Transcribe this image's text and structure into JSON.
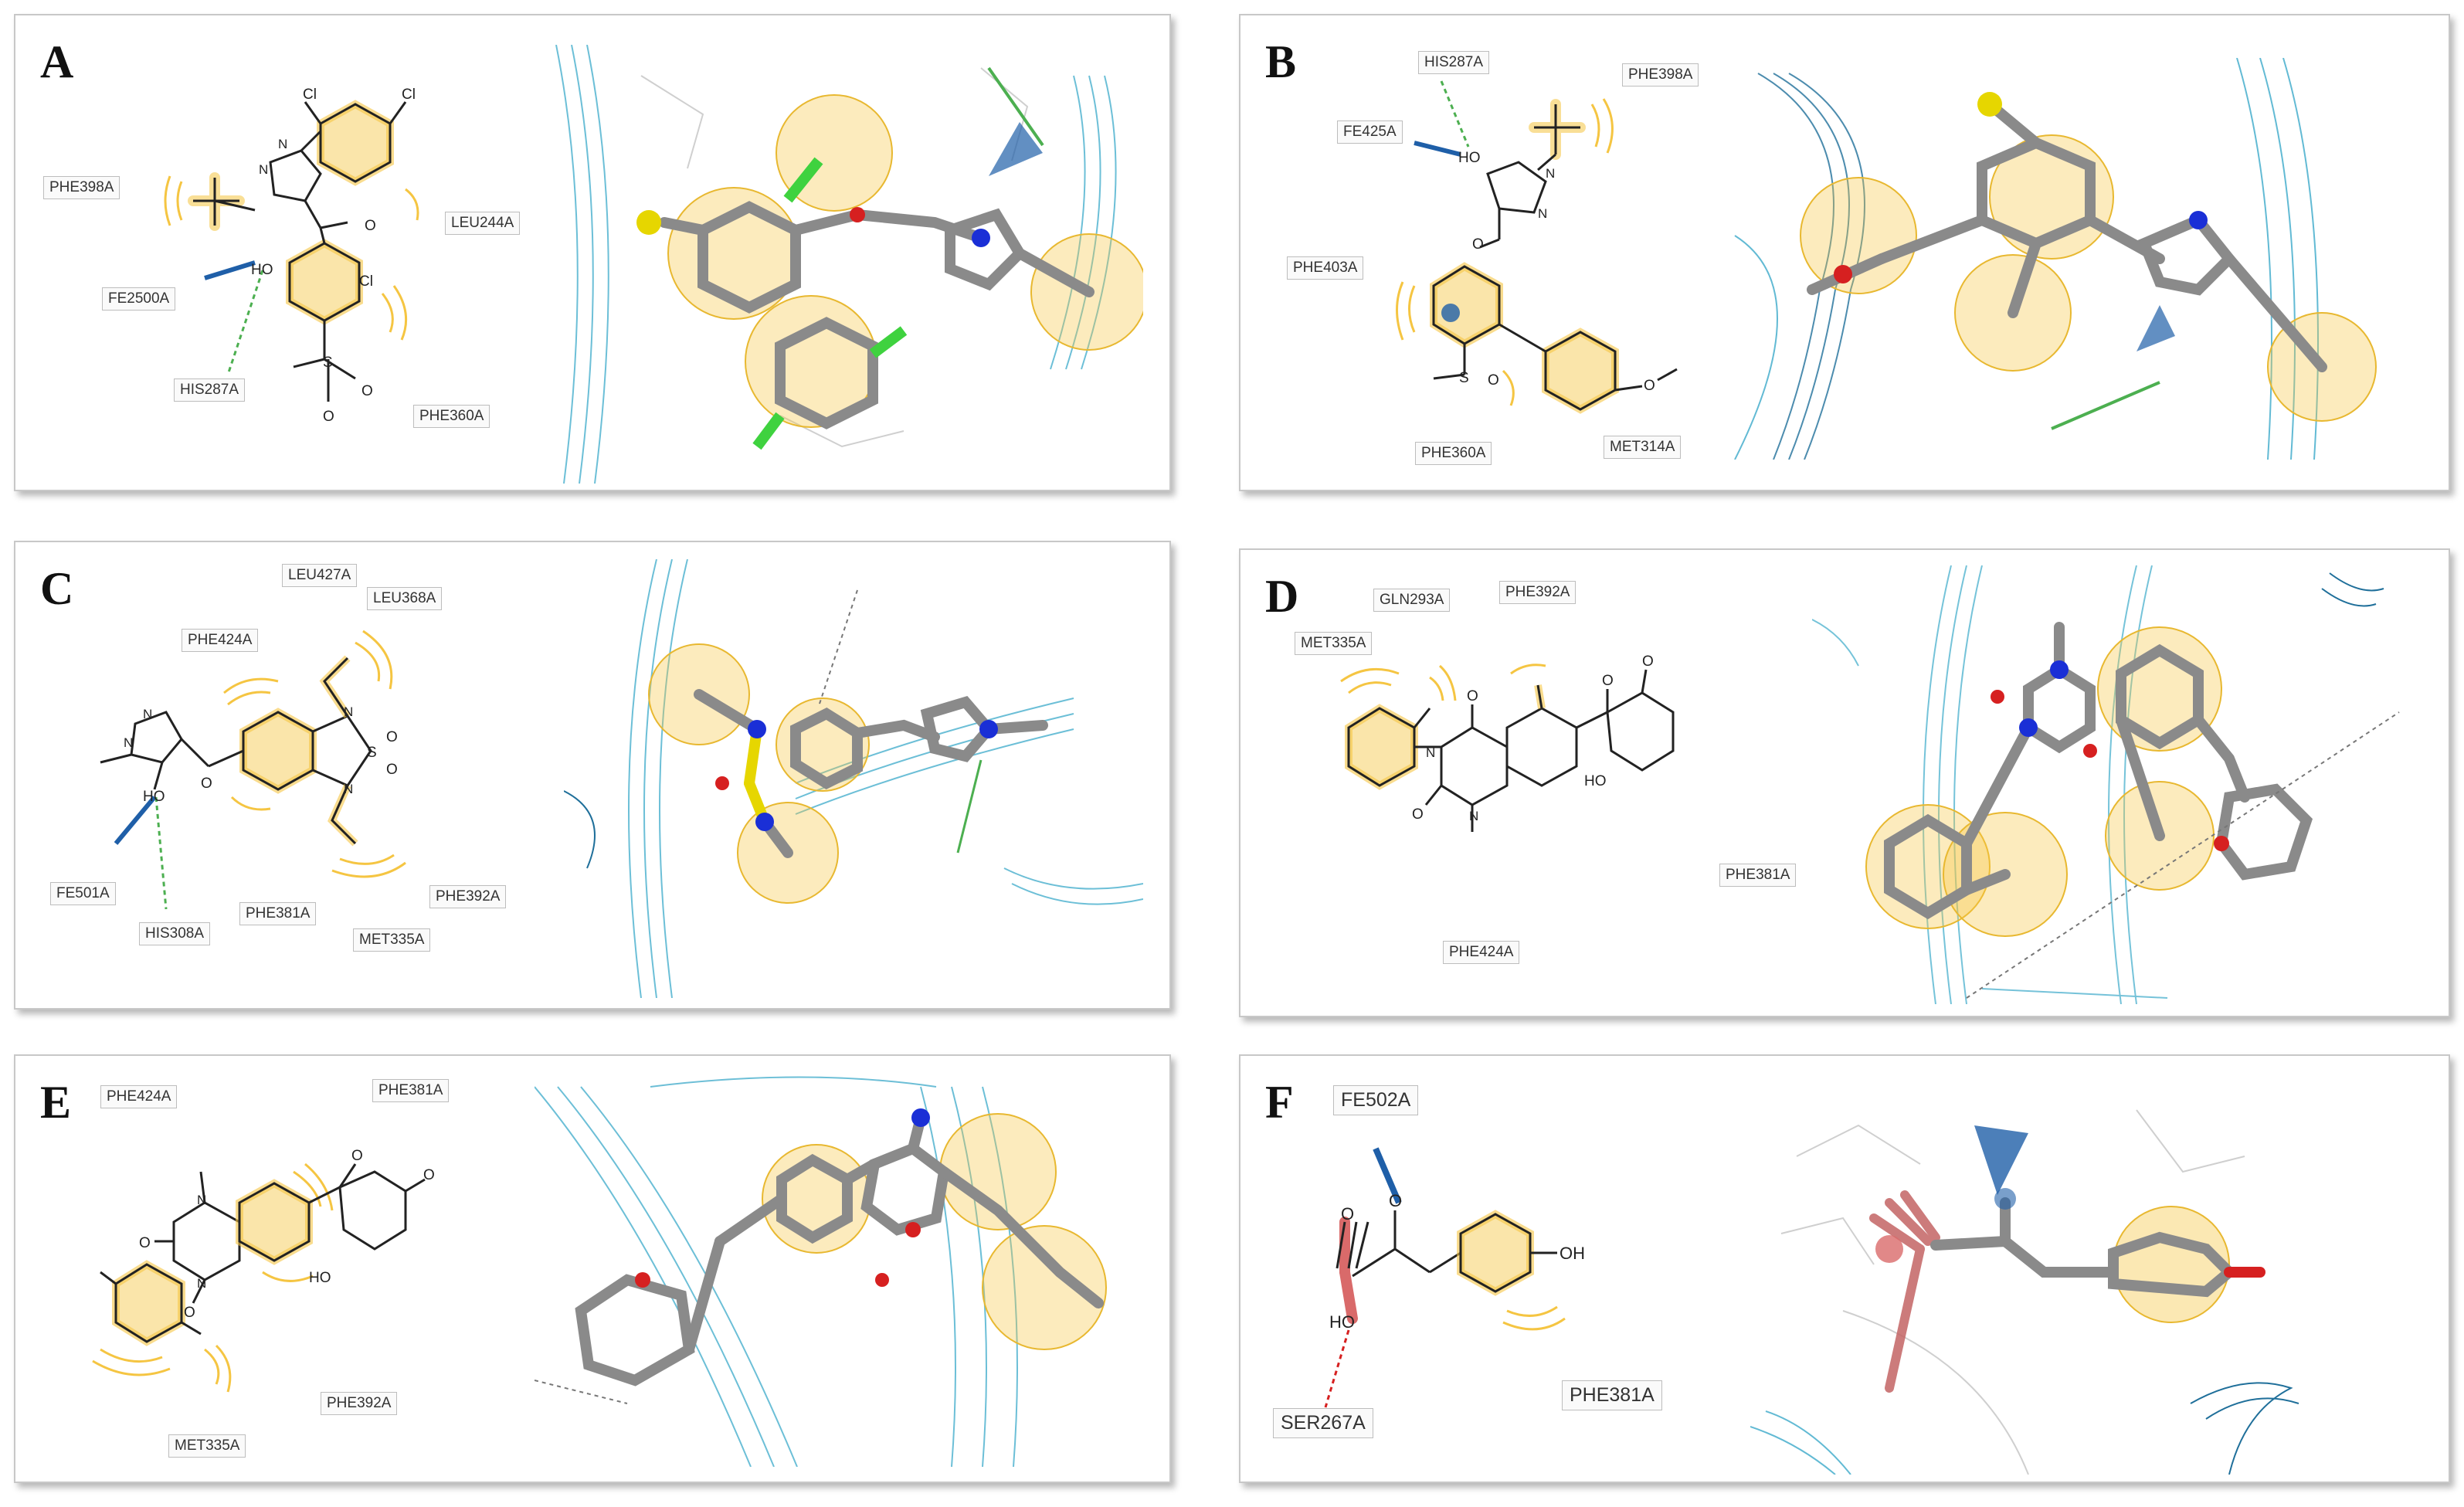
{
  "panels": [
    {
      "id": "A",
      "label": "A",
      "residues": [
        "PHE398A",
        "FE2500A",
        "HIS287A",
        "LEU244A",
        "PHE360A"
      ],
      "atoms": {
        "cl1": "Cl",
        "cl2": "Cl",
        "cl3": "Cl",
        "ho": "HO",
        "n1": "N",
        "n2": "N",
        "s": "S",
        "o1": "O",
        "o2": "O",
        "o3": "O"
      }
    },
    {
      "id": "B",
      "label": "B",
      "residues": [
        "HIS287A",
        "PHE398A",
        "FE425A",
        "PHE403A",
        "PHE360A",
        "MET314A"
      ],
      "atoms": {
        "ho": "HO",
        "n1": "N",
        "n2": "N",
        "s": "S",
        "o1": "O",
        "o2": "O",
        "o3": "O"
      }
    },
    {
      "id": "C",
      "label": "C",
      "residues": [
        "LEU427A",
        "LEU368A",
        "PHE424A",
        "FE501A",
        "HIS308A",
        "PHE381A",
        "MET335A",
        "PHE392A"
      ],
      "atoms": {
        "ho": "HO",
        "n1": "N",
        "n2": "N",
        "n3": "N",
        "n4": "N",
        "s": "S",
        "o1": "O",
        "o2": "O",
        "o3": "O"
      }
    },
    {
      "id": "D",
      "label": "D",
      "residues": [
        "GLN293A",
        "PHE392A",
        "MET335A",
        "PHE381A",
        "PHE424A"
      ],
      "atoms": {
        "ho": "HO",
        "n1": "N",
        "n2": "N",
        "o1": "O",
        "o2": "O",
        "o3": "O",
        "o4": "O"
      }
    },
    {
      "id": "E",
      "label": "E",
      "residues": [
        "PHE424A",
        "PHE381A",
        "PHE392A",
        "MET335A"
      ],
      "atoms": {
        "ho": "HO",
        "n1": "N",
        "n2": "N",
        "o1": "O",
        "o2": "O",
        "o3": "O",
        "o4": "O"
      }
    },
    {
      "id": "F",
      "label": "F",
      "residues": [
        "FE502A",
        "SER267A",
        "PHE381A"
      ],
      "atoms": {
        "ho": "HO",
        "oh": "OH",
        "o1": "O",
        "o2": "O"
      }
    }
  ],
  "colors": {
    "hydrophobic": "#f5c542",
    "iron": "#1f5fa8",
    "hbond": "#4caf50",
    "mesh": "#3ba9c9",
    "carbon": "#8a8a8a",
    "sulfur": "#e6d600",
    "nitrogen": "#1a2fd6",
    "oxygen": "#d62020",
    "chlorine": "#3fd23f",
    "acid": "#d96a6a"
  }
}
